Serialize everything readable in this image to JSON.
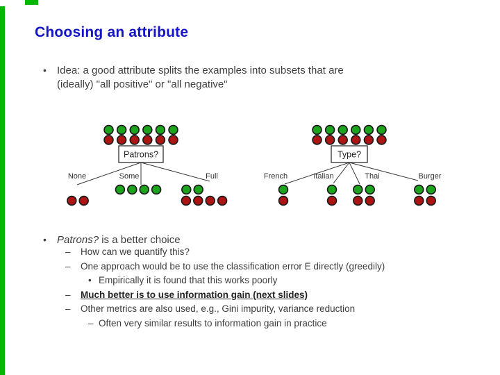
{
  "colors": {
    "accent": "#00b800",
    "title": "#1414c6",
    "text": "#3d3d3d",
    "dot_green": "#1ca41c",
    "dot_red": "#ad1414",
    "dot_outline": "#1a1a1a"
  },
  "slide": {
    "title": "Choosing an attribute"
  },
  "idea": {
    "marker": "•",
    "lines": [
      "Idea: a good attribute splits the examples into subsets that are",
      "(ideally) \"all positive\" or \"all negative\""
    ]
  },
  "diagrams": [
    {
      "attribute": "Patrons?",
      "root": {
        "green": 6,
        "red": 6
      },
      "branches": [
        {
          "label": "None",
          "green": 0,
          "red": 2
        },
        {
          "label": "Some",
          "green": 4,
          "red": 0
        },
        {
          "label": "Full",
          "green": 2,
          "red": 4
        }
      ]
    },
    {
      "attribute": "Type?",
      "root": {
        "green": 6,
        "red": 6
      },
      "branches": [
        {
          "label": "French",
          "green": 1,
          "red": 1
        },
        {
          "label": "Italian",
          "green": 1,
          "red": 1
        },
        {
          "label": "Thai",
          "green": 2,
          "red": 2
        },
        {
          "label": "Burger",
          "green": 2,
          "red": 2
        }
      ]
    }
  ],
  "choice": {
    "marker": "•",
    "attribute": "Patrons?",
    "rest": " is a better choice"
  },
  "notes": [
    {
      "marker": "–",
      "text": "How can we quantify this?"
    },
    {
      "marker": "–",
      "text": "One approach would be to use the classification error E directly (greedily)"
    },
    {
      "marker": "•",
      "text": "Empirically it is found that this works poorly"
    },
    {
      "marker": "–",
      "text": "Much better is to use information gain (next slides)"
    },
    {
      "marker": "–",
      "text": "Other metrics are also used, e.g., Gini impurity, variance reduction"
    },
    {
      "marker": "–",
      "text": "Often very similar results to information gain in practice"
    }
  ]
}
